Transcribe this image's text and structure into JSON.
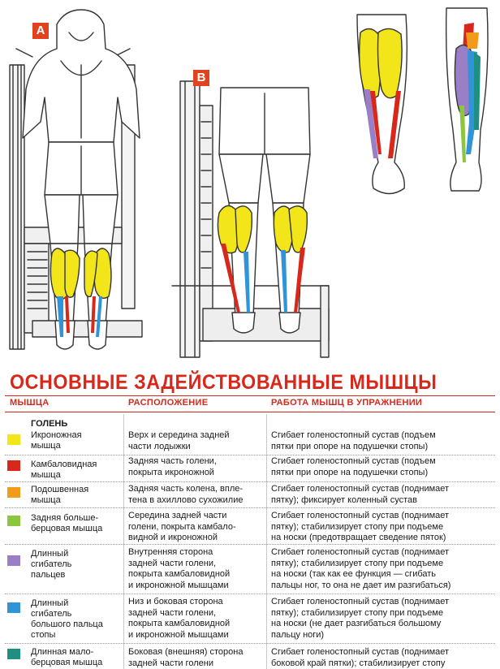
{
  "figures": {
    "label_a": "A",
    "label_b": "B"
  },
  "title": "ОСНОВНЫЕ ЗАДЕЙСТВОВАННЫЕ МЫШЦЫ",
  "table": {
    "headers": {
      "muscle": "МЫШЦА",
      "location": "РАСПОЛОЖЕНИЕ",
      "function": "РАБОТА МЫШЦ В УПРАЖНЕНИИ"
    },
    "group_label": "ГОЛЕНЬ",
    "rows": [
      {
        "color": "#f2e51a",
        "muscle": [
          "Икроножная",
          "мышца"
        ],
        "location": [
          "Верх и середина задней",
          "части лодыжки"
        ],
        "function": [
          "Сгибает голеностопный сустав (подъем",
          "пятки при опоре на подушечки стопы)"
        ]
      },
      {
        "color": "#d8281c",
        "muscle": [
          "Камбаловидная",
          "мышца"
        ],
        "location": [
          "Задняя часть голени,",
          "покрыта икроножной"
        ],
        "function": [
          "Сгибает голеностопный сустав (подъем",
          "пятки при опоре на подушечки стопы)"
        ]
      },
      {
        "color": "#f29a1a",
        "muscle": [
          "Подошвенная",
          "мышца"
        ],
        "location": [
          "Задняя часть колена, впле-",
          "тена в ахиллово сухожилие"
        ],
        "function": [
          "Сгибает голеностопный сустав (поднимает",
          "пятку); фиксирует коленный сустав"
        ]
      },
      {
        "color": "#8cc63f",
        "muscle": [
          "Задняя больше-",
          "берцовая мышца"
        ],
        "location": [
          "Середина задней части",
          "голени, покрыта камбало-",
          "видной и икроножной"
        ],
        "function": [
          "Сгибает голеностопный сустав (поднимает",
          "пятку); стабилизирует стопу при подъеме",
          "на носки (предотвращает сведение пяток)"
        ]
      },
      {
        "color": "#9a7fc6",
        "muscle": [
          "Длинный",
          "сгибатель",
          "пальцев"
        ],
        "location": [
          "Внутренняя сторона",
          "задней части голени,",
          "покрыта камбаловидной",
          "и икроножной мышцами"
        ],
        "function": [
          "Сгибает голеностопный сустав (поднимает",
          "пятку); стабилизирует стопу при подъеме",
          "на носки (так как ее функция — сгибать",
          "пальцы ног, то она не дает им разгибаться)"
        ]
      },
      {
        "color": "#2f95d8",
        "muscle": [
          "Длинный",
          "сгибатель",
          "большого пальца",
          "стопы"
        ],
        "location": [
          "Низ и боковая сторона",
          "задней части голени,",
          "покрыта камбаловидной",
          "и икроножной мышцами"
        ],
        "function": [
          "Сгибает голеностопный сустав (поднимает",
          "пятку); стабилизирует стопу при подъеме",
          "на носки (не дает разгибаться большому",
          "пальцу ноги)"
        ]
      },
      {
        "color": "#1f8f84",
        "muscle": [
          "Длинная мало-",
          "берцовая мышца"
        ],
        "location": [
          "Боковая (внешняя) сторона",
          "задней части голени"
        ],
        "function": [
          "Сгибает голеностопный сустав (поднимает",
          "боковой край пятки); стабилизирует стопу"
        ]
      }
    ]
  }
}
